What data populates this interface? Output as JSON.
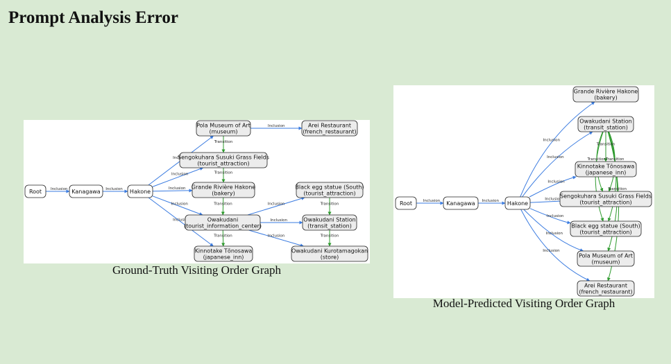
{
  "title": "Prompt Analysis Error",
  "colors": {
    "background": "#d9ead3",
    "inclusion": "#3a7be0",
    "transition": "#2e9a2e"
  },
  "ground_truth": {
    "caption": "Ground-Truth Visiting Order Graph",
    "nodes": [
      {
        "id": "root",
        "lines": [
          "Root"
        ]
      },
      {
        "id": "kanagawa",
        "lines": [
          "Kanagawa"
        ]
      },
      {
        "id": "hakone",
        "lines": [
          "Hakone"
        ]
      },
      {
        "id": "pola",
        "lines": [
          "Pola Museum of Art",
          "(museum)"
        ]
      },
      {
        "id": "sengokuhara",
        "lines": [
          "Sengokuhara Susuki Grass Fields",
          "(tourist_attraction)"
        ]
      },
      {
        "id": "grande",
        "lines": [
          "Grande Rivière Hakone",
          "(bakery)"
        ]
      },
      {
        "id": "owakudani",
        "lines": [
          "Owakudani",
          "(tourist_information_center)"
        ]
      },
      {
        "id": "kinnotake",
        "lines": [
          "Kinnotake Tōnosawa",
          "(japanese_inn)"
        ]
      },
      {
        "id": "arei",
        "lines": [
          "Arei Restaurant",
          "(french_restaurant)"
        ]
      },
      {
        "id": "blackegg",
        "lines": [
          "Black egg statue (South)",
          "(tourist_attraction)"
        ]
      },
      {
        "id": "owstation",
        "lines": [
          "Owakudani Station",
          "(transit_station)"
        ]
      },
      {
        "id": "kurotamagokan",
        "lines": [
          "Owakudani Kurotamagokan",
          "(store)"
        ]
      }
    ],
    "edges": [
      {
        "from": "root",
        "to": "kanagawa",
        "label": "Inclusion",
        "kind": "inclusion"
      },
      {
        "from": "kanagawa",
        "to": "hakone",
        "label": "Inclusion",
        "kind": "inclusion"
      },
      {
        "from": "hakone",
        "to": "pola",
        "label": "Inclusion",
        "kind": "inclusion"
      },
      {
        "from": "hakone",
        "to": "sengokuhara",
        "label": "Inclusion",
        "kind": "inclusion"
      },
      {
        "from": "hakone",
        "to": "grande",
        "label": "Inclusion",
        "kind": "inclusion"
      },
      {
        "from": "hakone",
        "to": "owakudani",
        "label": "Inclusion",
        "kind": "inclusion"
      },
      {
        "from": "hakone",
        "to": "kinnotake",
        "label": "Inclusion",
        "kind": "inclusion"
      },
      {
        "from": "pola",
        "to": "arei",
        "label": "Inclusion",
        "kind": "inclusion"
      },
      {
        "from": "owakudani",
        "to": "blackegg",
        "label": "Inclusion",
        "kind": "inclusion"
      },
      {
        "from": "owakudani",
        "to": "owstation",
        "label": "Inclusion",
        "kind": "inclusion"
      },
      {
        "from": "owakudani",
        "to": "kurotamagokan",
        "label": "Inclusion",
        "kind": "inclusion"
      },
      {
        "from": "pola",
        "to": "sengokuhara",
        "label": "Transition",
        "kind": "transition"
      },
      {
        "from": "sengokuhara",
        "to": "grande",
        "label": "Transition",
        "kind": "transition"
      },
      {
        "from": "grande",
        "to": "owakudani",
        "label": "Transition",
        "kind": "transition"
      },
      {
        "from": "owakudani",
        "to": "kinnotake",
        "label": "Transition",
        "kind": "transition"
      },
      {
        "from": "blackegg",
        "to": "owstation",
        "label": "Transition",
        "kind": "transition"
      },
      {
        "from": "owstation",
        "to": "kurotamagokan",
        "label": "Transition",
        "kind": "transition"
      }
    ]
  },
  "predicted": {
    "caption": "Model-Predicted Visiting Order Graph",
    "nodes": [
      {
        "id": "root",
        "lines": [
          "Root"
        ]
      },
      {
        "id": "kanagawa",
        "lines": [
          "Kanagawa"
        ]
      },
      {
        "id": "hakone",
        "lines": [
          "Hakone"
        ]
      },
      {
        "id": "grande",
        "lines": [
          "Grande Rivière Hakone",
          "(bakery)"
        ]
      },
      {
        "id": "owstation",
        "lines": [
          "Owakudani Station",
          "(transit_station)"
        ]
      },
      {
        "id": "kinnotake",
        "lines": [
          "Kinnotake Tōnosawa",
          "(japanese_inn)"
        ]
      },
      {
        "id": "sengokuhara",
        "lines": [
          "Sengokuhara Susuki Grass Fields",
          "(tourist_attraction)"
        ]
      },
      {
        "id": "blackegg",
        "lines": [
          "Black egg statue (South)",
          "(tourist_attraction)"
        ]
      },
      {
        "id": "pola",
        "lines": [
          "Pola Museum of Art",
          "(museum)"
        ]
      },
      {
        "id": "arei",
        "lines": [
          "Arei Restaurant",
          "(french_restaurant)"
        ]
      }
    ],
    "edges": [
      {
        "from": "root",
        "to": "kanagawa",
        "label": "Inclusion",
        "kind": "inclusion"
      },
      {
        "from": "kanagawa",
        "to": "hakone",
        "label": "Inclusion",
        "kind": "inclusion"
      },
      {
        "from": "hakone",
        "to": "grande",
        "label": "Inclusion",
        "kind": "inclusion"
      },
      {
        "from": "hakone",
        "to": "owstation",
        "label": "Inclusion",
        "kind": "inclusion"
      },
      {
        "from": "hakone",
        "to": "kinnotake",
        "label": "Inclusion",
        "kind": "inclusion"
      },
      {
        "from": "hakone",
        "to": "sengokuhara",
        "label": "Inclusion",
        "kind": "inclusion"
      },
      {
        "from": "hakone",
        "to": "blackegg",
        "label": "Inclusion",
        "kind": "inclusion"
      },
      {
        "from": "hakone",
        "to": "pola",
        "label": "Inclusion",
        "kind": "inclusion"
      },
      {
        "from": "hakone",
        "to": "arei",
        "label": "Inclusion",
        "kind": "inclusion"
      },
      {
        "from": "owstation",
        "to": "kinnotake",
        "label": "Transition",
        "kind": "transition"
      },
      {
        "from": "owstation",
        "to": "sengokuhara",
        "label": "Transition",
        "kind": "transition"
      },
      {
        "from": "owstation",
        "to": "sengokuhara",
        "label": "Transition",
        "kind": "transition"
      },
      {
        "from": "owstation",
        "to": "blackegg",
        "label": "Transition",
        "kind": "transition"
      },
      {
        "from": "owstation",
        "to": "blackegg",
        "label": "Transition",
        "kind": "transition"
      },
      {
        "from": "owstation",
        "to": "pola",
        "label": "Transition",
        "kind": "transition"
      },
      {
        "from": "owstation",
        "to": "arei",
        "label": "Transition",
        "kind": "transition"
      }
    ]
  }
}
